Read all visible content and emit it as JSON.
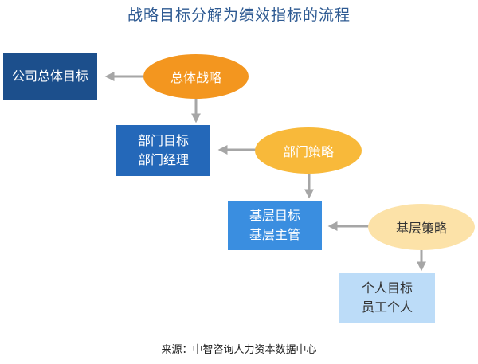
{
  "title": "战略目标分解为绩效指标的流程",
  "source": "来源：中智咨询人力资本数据中心",
  "colors": {
    "title": "#2e5a92",
    "arrow": "#a6a6a6",
    "box_level_1": "#1c4f8c",
    "box_level_2": "#2468b9",
    "box_level_3": "#3a8ee0",
    "box_level_4": "#bcdcf8",
    "oval_level_1": "#f3961f",
    "oval_level_2": "#f8b93a",
    "oval_level_3": "#fce2a8"
  },
  "nodes": {
    "company_goal": {
      "lines": [
        "公司总体目标"
      ]
    },
    "overall_strategy": {
      "label": "总体战略"
    },
    "dept_goal": {
      "lines": [
        "部门目标",
        "部门经理"
      ]
    },
    "dept_strategy": {
      "label": "部门策略"
    },
    "base_goal": {
      "lines": [
        "基层目标",
        "基层主管"
      ]
    },
    "base_strategy": {
      "label": "基层策略"
    },
    "personal_goal": {
      "lines": [
        "个人目标",
        "员工个人"
      ]
    }
  }
}
